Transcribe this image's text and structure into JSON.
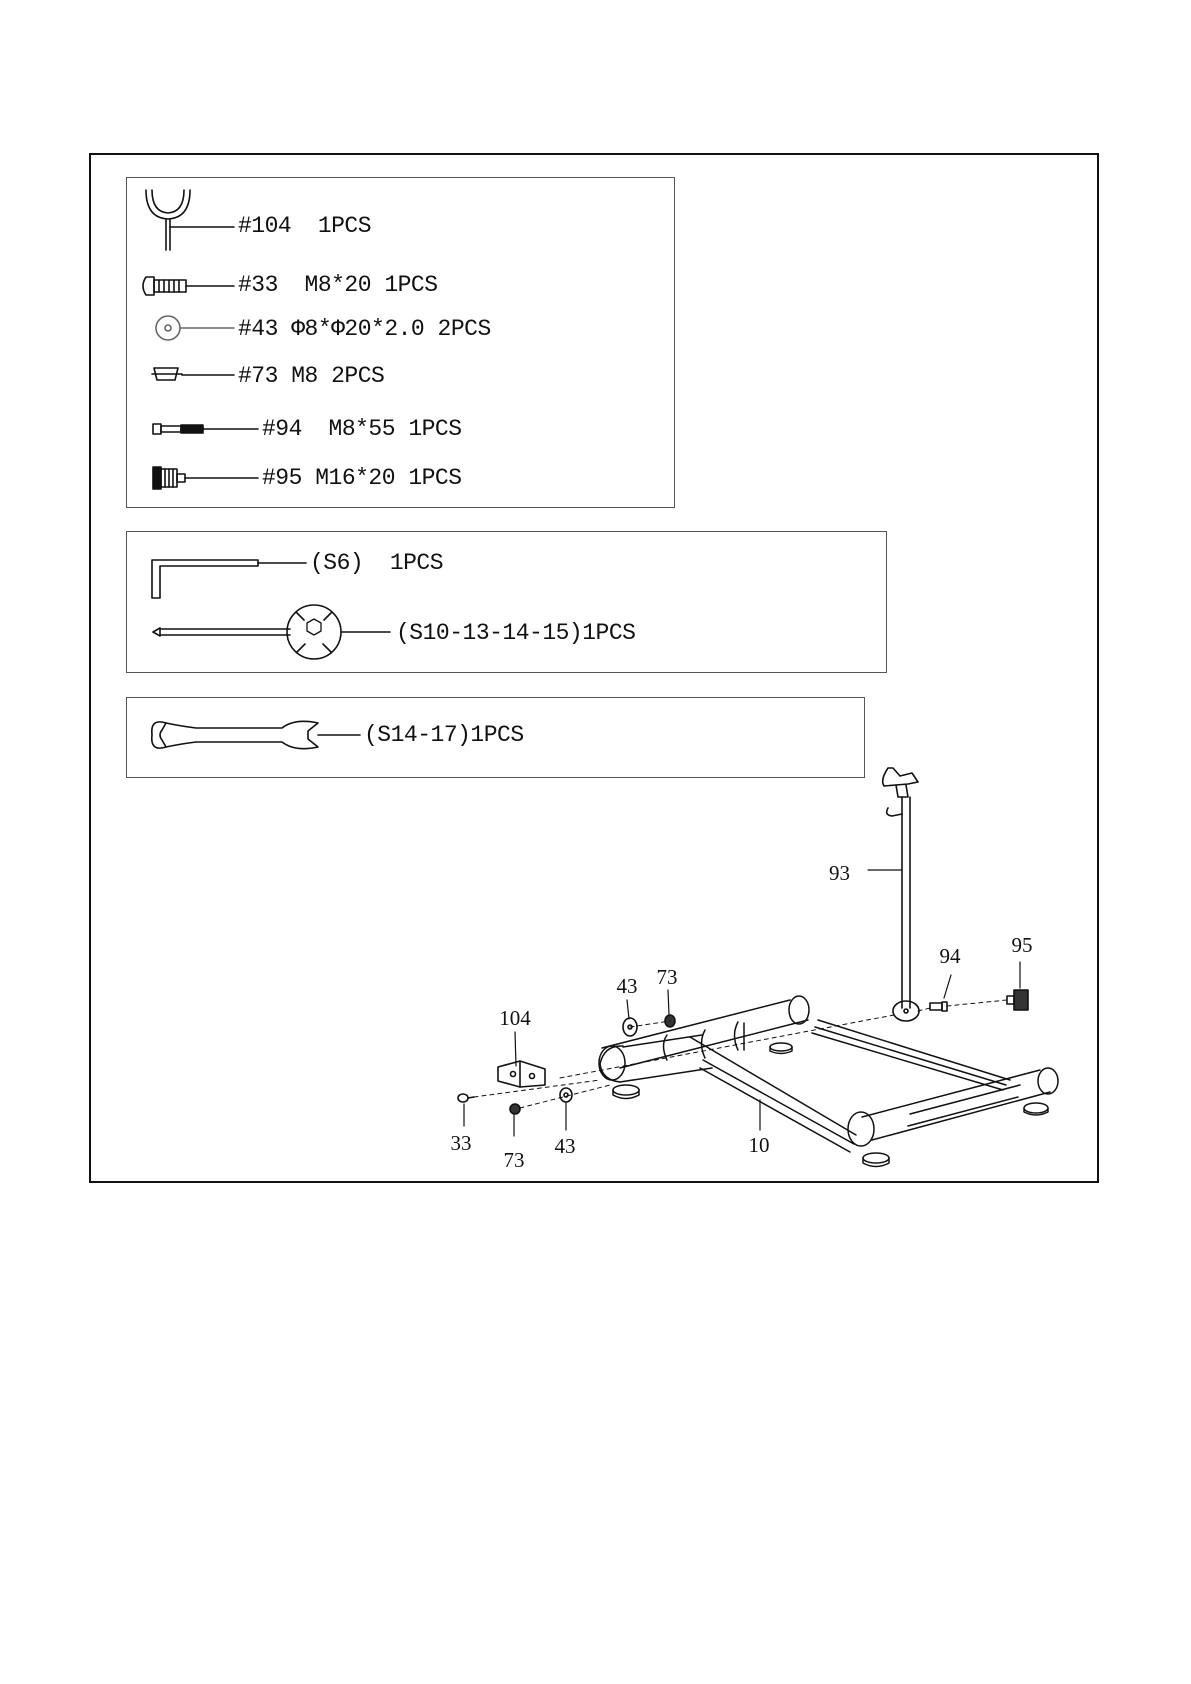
{
  "hardware_list": [
    {
      "icon": "y-bracket-icon",
      "label": "#104  1PCS"
    },
    {
      "icon": "bolt-icon",
      "label": "#33  M8*20 1PCS"
    },
    {
      "icon": "washer-icon",
      "label": "#43 Φ8*Φ20*2.0 2PCS"
    },
    {
      "icon": "nut-icon",
      "label": "#73 M8 2PCS"
    },
    {
      "icon": "long-bolt-icon",
      "label": "#94  M8*55 1PCS"
    },
    {
      "icon": "knob-icon",
      "label": "#95 M16*20 1PCS"
    }
  ],
  "tool_list": [
    {
      "icon": "allen-key-icon",
      "label": "(S6)  1PCS"
    },
    {
      "icon": "multi-tool-icon",
      "label": "(S10-13-14-15)1PCS"
    },
    {
      "icon": "wrench-icon",
      "label": "(S14-17)1PCS"
    }
  ],
  "diagram_labels": {
    "bracket": "104",
    "upright": "93",
    "long_bolt": "94",
    "knob": "95",
    "washer_top": "43",
    "nut_top": "73",
    "bolt": "33",
    "nut_bottom": "73",
    "washer_bottom": "43",
    "frame": "10"
  }
}
